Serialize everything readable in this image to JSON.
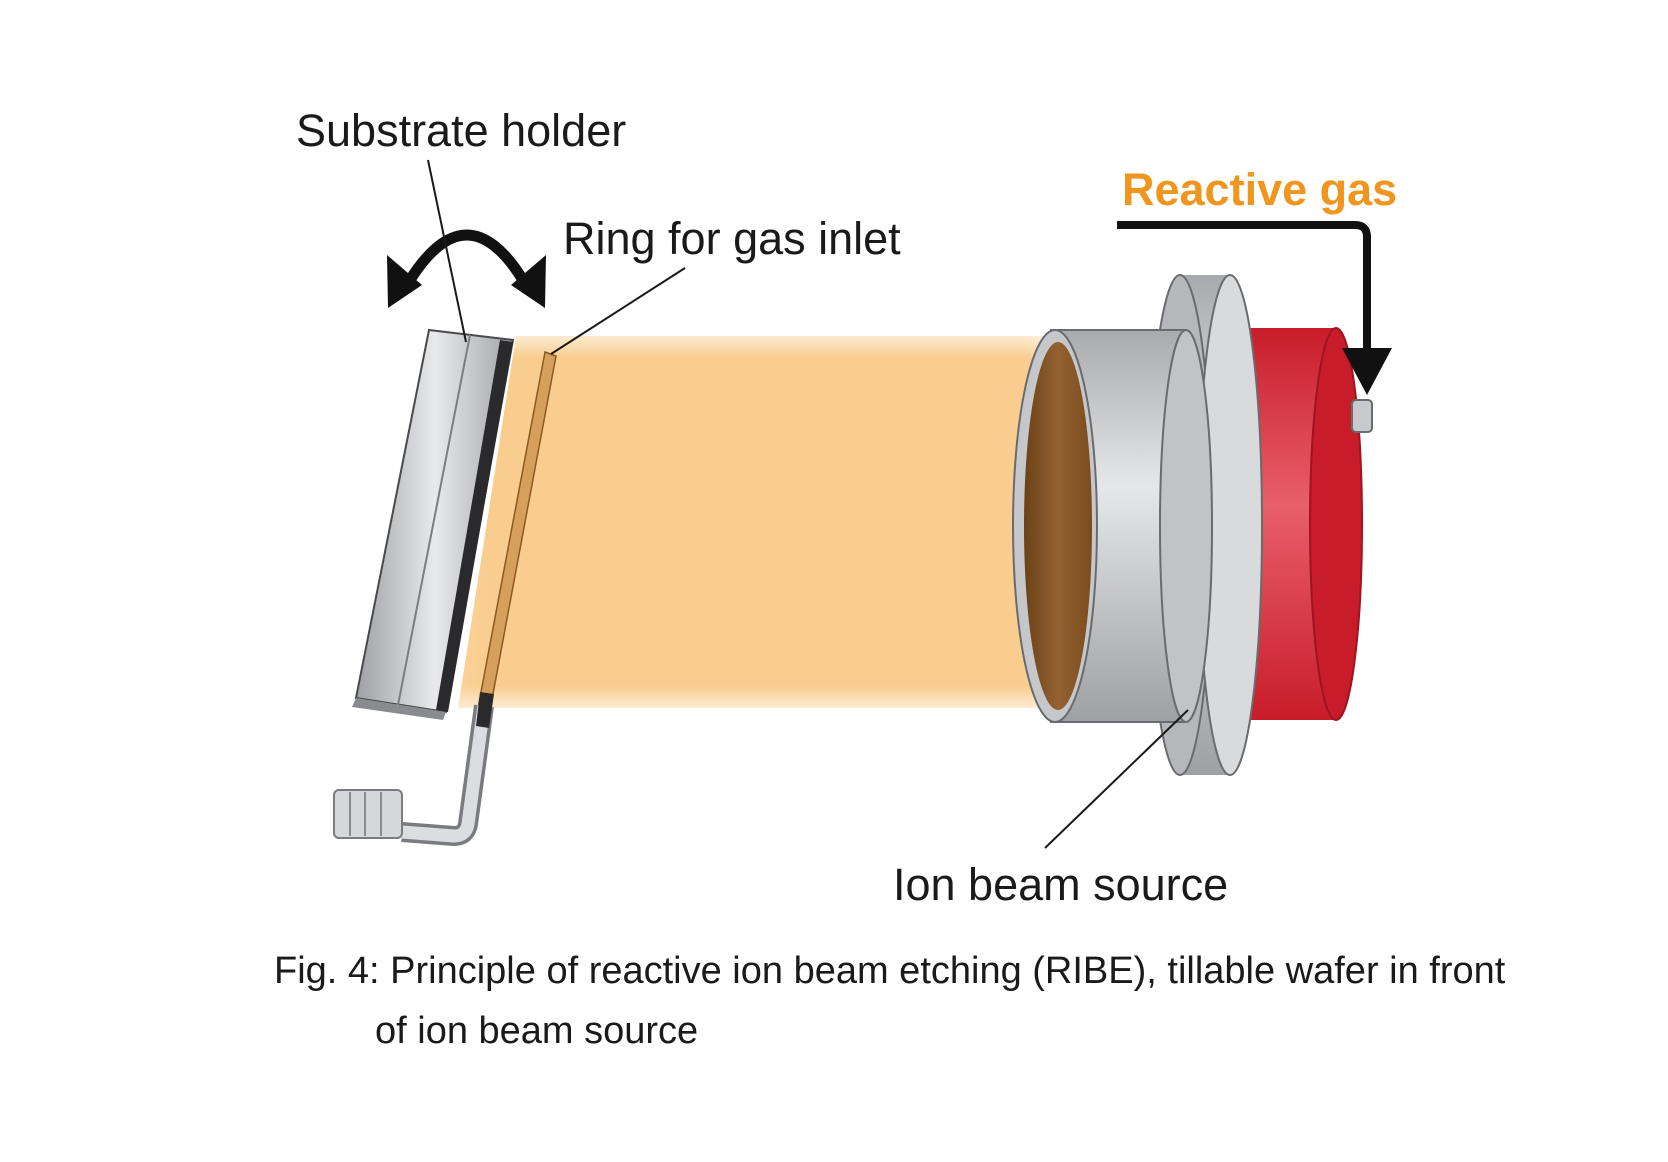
{
  "labels": {
    "substrate_holder": "Substrate holder",
    "ring_for_gas_inlet": "Ring for gas inlet",
    "reactive_gas": "Reactive gas",
    "ion_beam_source": "Ion beam source"
  },
  "caption": {
    "line1": "Fig. 4: Principle of reactive ion beam etching (RIBE), tillable wafer in front",
    "line2": "of ion beam source"
  },
  "colors": {
    "reactive_gas_text": "#f0961e",
    "ion_beam": "#f9cd8e",
    "source_red": "#d42230",
    "metal_grey": "#c8c9cb",
    "beam_aperture": "#8c5c2a",
    "text": "#1a1a1a"
  },
  "icons": {
    "tilt_arrow": "curved-double-arrow-icon",
    "gas_flow_arrow": "bent-arrow-down-icon"
  }
}
